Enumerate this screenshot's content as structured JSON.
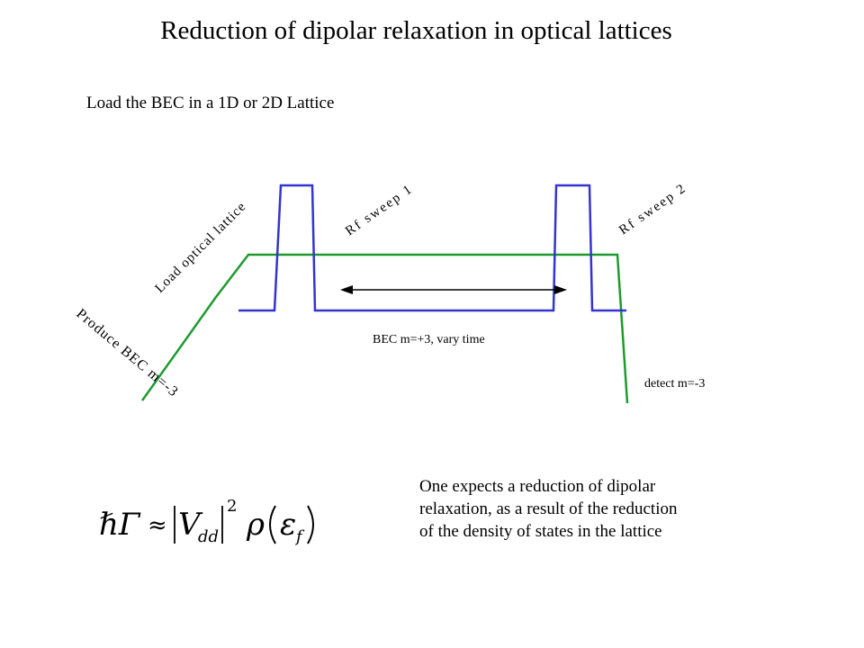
{
  "title": "Reduction of dipolar relaxation in optical lattices",
  "subtitle": "Load the BEC in a 1D or 2D Lattice",
  "diagram": {
    "labels": {
      "produce": "Produce BEC m=-3",
      "load": "Load optical lattice",
      "sweep1": "Rf sweep 1",
      "sweep2": "Rf sweep 2",
      "hold": "BEC m=+3, vary time",
      "detect": "detect m=-3"
    },
    "colors": {
      "lattice": "#1f9a2f",
      "rf": "#3434d0",
      "arrow": "#000000"
    }
  },
  "formula": {
    "lhs": "ℏΓ",
    "approx": "≈",
    "v": "V",
    "sub": "dd",
    "power": "2",
    "rho": "ρ",
    "eps": "ε",
    "epssub": "f"
  },
  "note": "One expects a reduction of dipolar relaxation, as a result of the reduction of the density of states in the lattice"
}
